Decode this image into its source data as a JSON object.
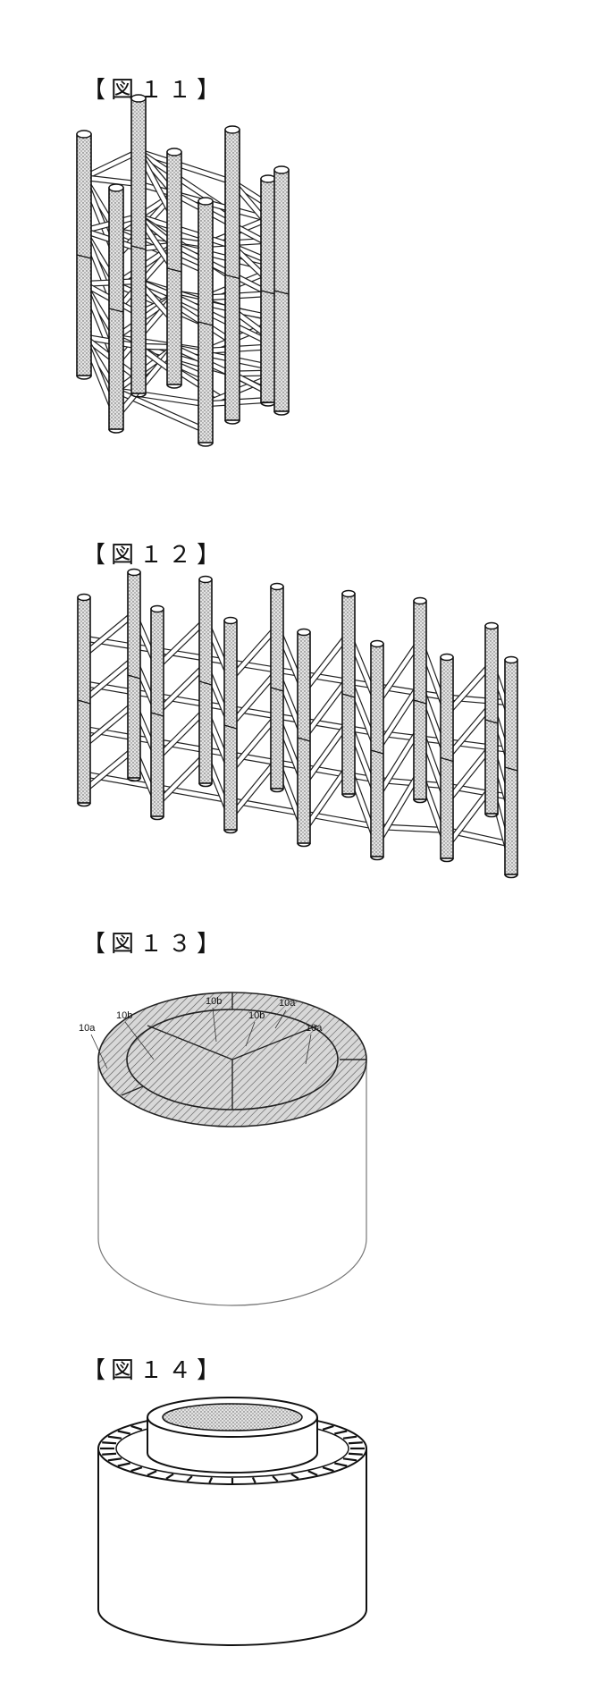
{
  "figures": [
    {
      "label": "【図１１】"
    },
    {
      "label": "【図１２】"
    },
    {
      "label": "【図１３】",
      "part_labels": [
        "10a",
        "10b",
        "10b",
        "10b",
        "10a",
        "10a"
      ]
    },
    {
      "label": "【図１４】"
    }
  ]
}
